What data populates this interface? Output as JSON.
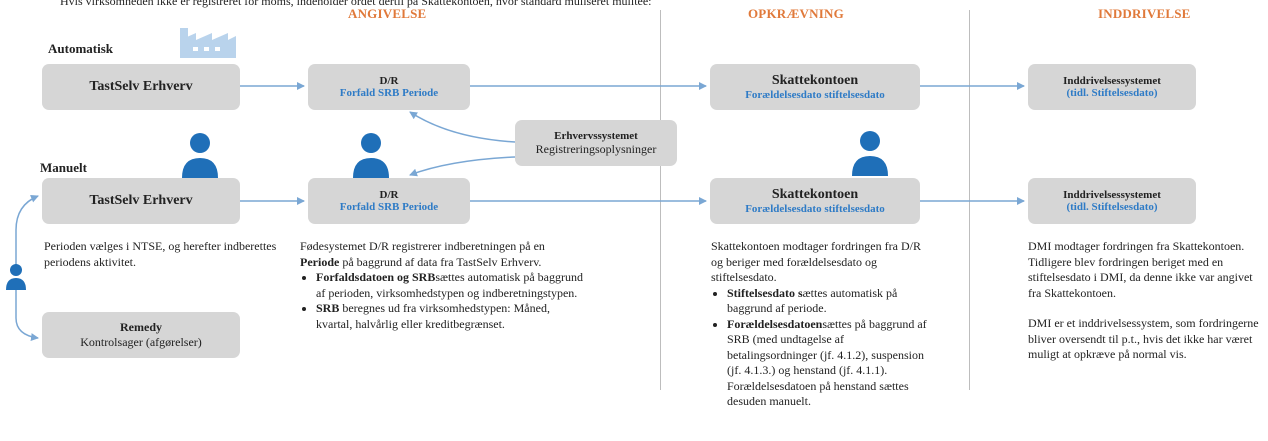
{
  "top_clipped_text": "Hvis virksomheden ikke er registreret for moms, indeholder ordet dertil på Skattekontoen, hvor standard muliseret mulitee:",
  "columns": [
    "ANGIVELSE",
    "OPKRÆVNING",
    "INDDRIVELSE"
  ],
  "lanes": {
    "automatic": "Automatisk",
    "manual": "Manuelt"
  },
  "boxes": {
    "tastselv_auto": "TastSelv Erhverv",
    "tastselv_manual": "TastSelv Erhverv",
    "dr_auto": {
      "title": "D/R",
      "sub": "Forfald SRB Periode"
    },
    "dr_manual": {
      "title": "D/R",
      "sub": "Forfald SRB Periode"
    },
    "erhverv": {
      "title": "Erhvervssystemet",
      "sub": "Registreringsoplysninger"
    },
    "skat_auto": {
      "title": "Skattekontoen",
      "sub": "Forældelsesdato stiftelsesdato"
    },
    "skat_manual": {
      "title": "Skattekontoen",
      "sub": "Forældelsesdato stiftelsesdato"
    },
    "indd_auto": {
      "title": "Inddrivelsessystemet",
      "sub": "(tidl. Stiftelsesdato)"
    },
    "indd_manual": {
      "title": "Inddrivelsessystemet",
      "sub": "(tidl. Stiftelsesdato)"
    },
    "remedy": {
      "title": "Remedy",
      "sub": "Kontrolsager (afgørelser)"
    }
  },
  "desc_tastselv": "Perioden vælges i NTSE, og herefter indberettes periodens aktivitet.",
  "desc_dr": {
    "intro_a": "Fødesystemet D/R registrerer indberetningen på en ",
    "intro_bold": "Periode",
    "intro_b": " på baggrund af data fra TastSelv Erhverv.",
    "b1_bold": "Forfaldsdatoen og SRB",
    "b1_rest": "sættes automatisk på baggrund af perioden, virksomhedstypen og indberetningstypen.",
    "b2_bold": "SRB",
    "b2_rest": " beregnes ud fra virksomhedstypen: Måned, kvartal, halvårlig eller kreditbegrænset."
  },
  "desc_skat": {
    "intro": "Skattekontoen modtager fordringen fra D/R og beriger med forældelsesdato og stiftelsesdato.",
    "b1_bold": "Stiftelsesdato s",
    "b1_rest": "ættes automatisk på baggrund af periode.",
    "b2_bold": "Forældelsesdatoen",
    "b2_rest": "sættes på baggrund af SRB (med undtagelse af betalingsordninger (jf. 4.1.2), suspension (jf. 4.1.3.) og henstand (jf. 4.1.1). Forældelsesdatoen på henstand sættes desuden manuelt."
  },
  "desc_indd": {
    "p1": "DMI modtager fordringen fra Skattekontoen. Tidligere blev fordringen beriget med en stiftelsesdato i DMI, da denne ikke var angivet fra Skattekontoen.",
    "p2": "DMI er et inddrivelsessystem, som fordringerne bliver oversendt til p.t., hvis det ikke har været muligt at opkræve på normal vis."
  },
  "colors": {
    "accent_orange": "#e0793a",
    "blue": "#2e7bc6",
    "box_gray": "#d6d6d6",
    "arrow": "#7aa7d4",
    "icon_blue": "#1f6fb8",
    "factory": "#b9d3ec"
  }
}
